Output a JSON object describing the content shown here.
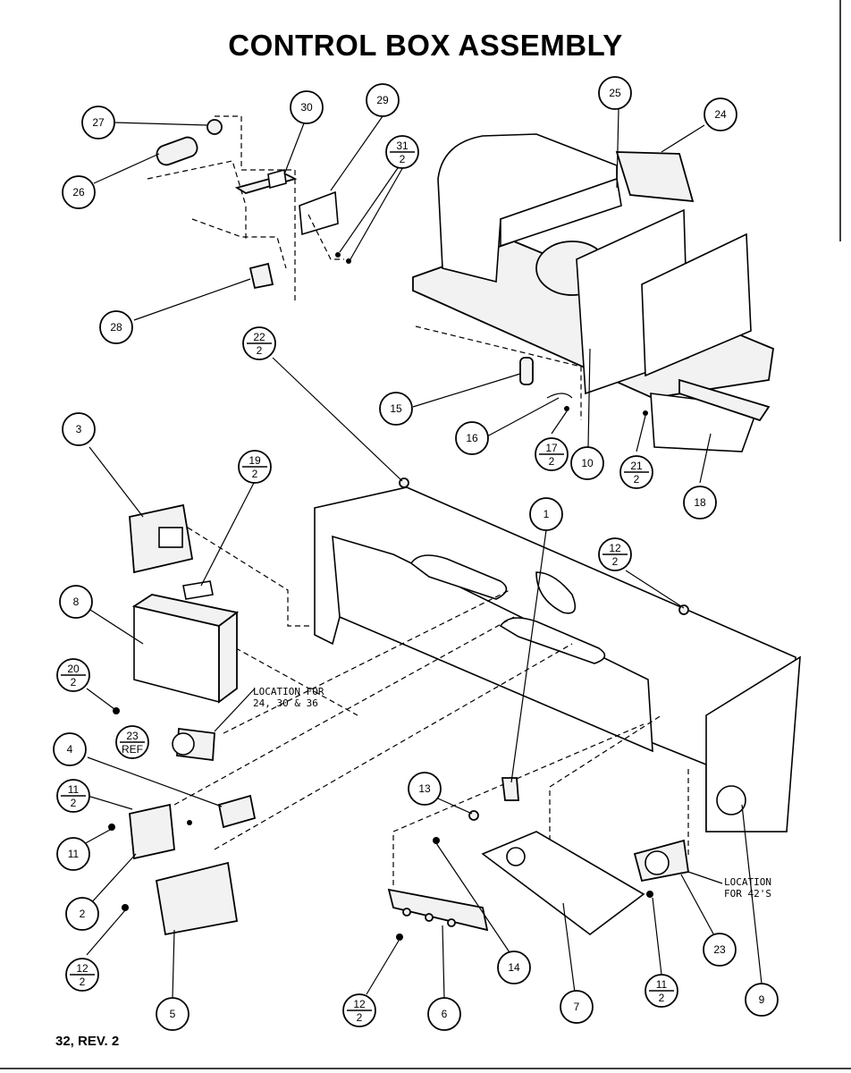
{
  "title": "CONTROL BOX ASSEMBLY",
  "footer": "32, REV. 2",
  "callouts": [
    {
      "id": "c27",
      "label": "27"
    },
    {
      "id": "c30",
      "label": "30"
    },
    {
      "id": "c29",
      "label": "29"
    },
    {
      "id": "c31",
      "num": "31",
      "den": "2"
    },
    {
      "id": "c25",
      "label": "25"
    },
    {
      "id": "c24",
      "label": "24"
    },
    {
      "id": "c26",
      "label": "26"
    },
    {
      "id": "c28",
      "label": "28"
    },
    {
      "id": "c22",
      "num": "22",
      "den": "2"
    },
    {
      "id": "c15",
      "label": "15"
    },
    {
      "id": "c16",
      "label": "16"
    },
    {
      "id": "c17",
      "num": "17",
      "den": "2"
    },
    {
      "id": "c10",
      "label": "10"
    },
    {
      "id": "c21",
      "num": "21",
      "den": "2"
    },
    {
      "id": "c18",
      "label": "18"
    },
    {
      "id": "c3",
      "label": "3"
    },
    {
      "id": "c19",
      "num": "19",
      "den": "2"
    },
    {
      "id": "c1",
      "label": "1"
    },
    {
      "id": "c12a",
      "num": "12",
      "den": "2"
    },
    {
      "id": "c8",
      "label": "8"
    },
    {
      "id": "c20",
      "num": "20",
      "den": "2"
    },
    {
      "id": "c23ref",
      "num": "23",
      "den": "REF"
    },
    {
      "id": "c4",
      "label": "4"
    },
    {
      "id": "c11a",
      "num": "11",
      "den": "2"
    },
    {
      "id": "c11",
      "label": "11"
    },
    {
      "id": "c2",
      "label": "2"
    },
    {
      "id": "c13",
      "label": "13"
    },
    {
      "id": "c12b",
      "num": "12",
      "den": "2"
    },
    {
      "id": "c5",
      "label": "5"
    },
    {
      "id": "c12c",
      "num": "12",
      "den": "2"
    },
    {
      "id": "c6",
      "label": "6"
    },
    {
      "id": "c14",
      "label": "14"
    },
    {
      "id": "c7",
      "label": "7"
    },
    {
      "id": "c11b",
      "num": "11",
      "den": "2"
    },
    {
      "id": "c23",
      "label": "23"
    },
    {
      "id": "c9",
      "label": "9"
    }
  ],
  "notes": {
    "location_1_line1": "LOCATION FOR",
    "location_1_line2": "24, 30 & 36",
    "location_2_line1": "LOCATION",
    "location_2_line2": "FOR 42'S"
  }
}
